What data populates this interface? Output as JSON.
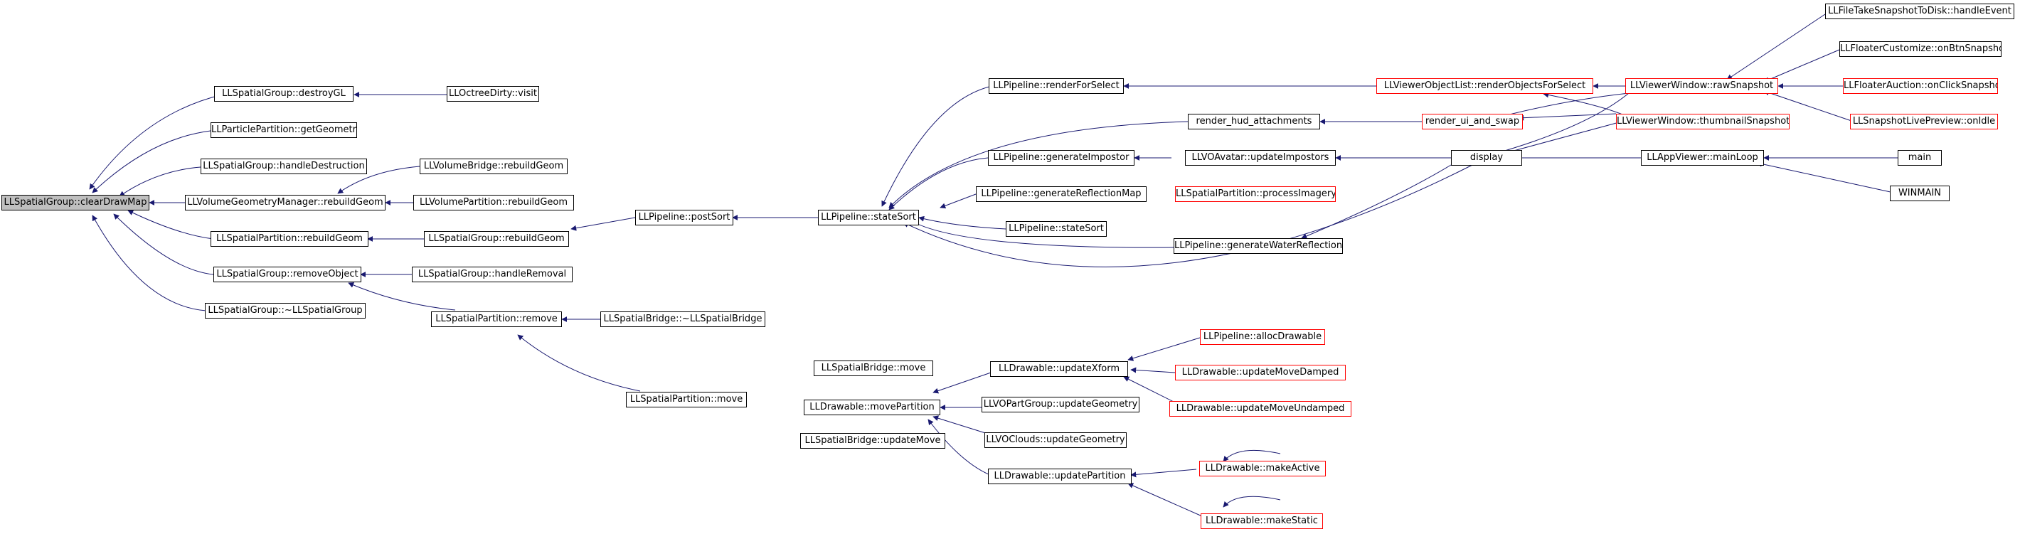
{
  "colors": {
    "edge": "#191970",
    "node_border": "#000000",
    "truncated_border": "#ff0000",
    "root_fill": "#bfbfbf"
  },
  "nodes": {
    "clearDrawMap": "LLSpatialGroup::clearDrawMap",
    "destroyGL": "LLSpatialGroup::destroyGL",
    "octreeDirtyVisit": "LLOctreeDirty::visit",
    "particleGetGeometry": "LLParticlePartition::getGeometry",
    "handleDestruction": "LLSpatialGroup::handleDestruction",
    "vgmRebuildGeom": "LLVolumeGeometryManager::rebuildGeom",
    "volumeBridgeRebuild": "LLVolumeBridge::rebuildGeom",
    "volumePartitionRebuild": "LLVolumePartition::rebuildGeom",
    "spatialPartitionRebuild": "LLSpatialPartition::rebuildGeom",
    "spatialGroupRebuild": "LLSpatialGroup::rebuildGeom",
    "postSort": "LLPipeline::postSort",
    "stateSortA": "LLPipeline::stateSort",
    "removeObject": "LLSpatialGroup::removeObject",
    "handleRemoval": "LLSpatialGroup::handleRemoval",
    "groupDtor": "LLSpatialGroup::~LLSpatialGroup",
    "partitionRemove": "LLSpatialPartition::remove",
    "bridgeDtor": "LLSpatialBridge::~LLSpatialBridge",
    "partitionMove": "LLSpatialPartition::move",
    "bridgeMove": "LLSpatialBridge::move",
    "movePartition": "LLDrawable::movePartition",
    "bridgeUpdateMove": "LLSpatialBridge::updateMove",
    "renderForSelect": "LLPipeline::renderForSelect",
    "renderHud": "render_hud_attachments",
    "generateImpostor": "LLPipeline::generateImpostor",
    "generateReflectionMap": "LLPipeline::generateReflectionMap",
    "stateSortB": "LLPipeline::stateSort",
    "generateWaterReflection": "LLPipeline::generateWaterReflection",
    "updateImpostors": "LLVOAvatar::updateImpostors",
    "processImagery": "LLSpatialPartition::processImagery",
    "renderObjectsForSelect": "LLViewerObjectList::renderObjectsForSelect",
    "renderUiAndSwap": "render_ui_and_swap",
    "display": "display",
    "rawSnapshot": "LLViewerWindow::rawSnapshot",
    "thumbnailSnapshot": "LLViewerWindow::thumbnailSnapshot",
    "mainLoop": "LLAppViewer::mainLoop",
    "takeSnapshotToDisk": "LLFileTakeSnapshotToDisk::handleEvent",
    "floaterCustomize": "LLFloaterCustomize::onBtnSnapshot",
    "floaterAuction": "LLFloaterAuction::onClickSnapshot",
    "snapshotLivePreview": "LLSnapshotLivePreview::onIdle",
    "main": "main",
    "winmain": "WINMAIN",
    "updateXform": "LLDrawable::updateXform",
    "voPartGroup": "LLVOPartGroup::updateGeometry",
    "voClouds": "LLVOClouds::updateGeometry",
    "updatePartition": "LLDrawable::updatePartition",
    "allocDrawable": "LLPipeline::allocDrawable",
    "updateMoveDamped": "LLDrawable::updateMoveDamped",
    "updateMoveUndamped": "LLDrawable::updateMoveUndamped",
    "makeActive": "LLDrawable::makeActive",
    "makeStatic": "LLDrawable::makeStatic"
  }
}
